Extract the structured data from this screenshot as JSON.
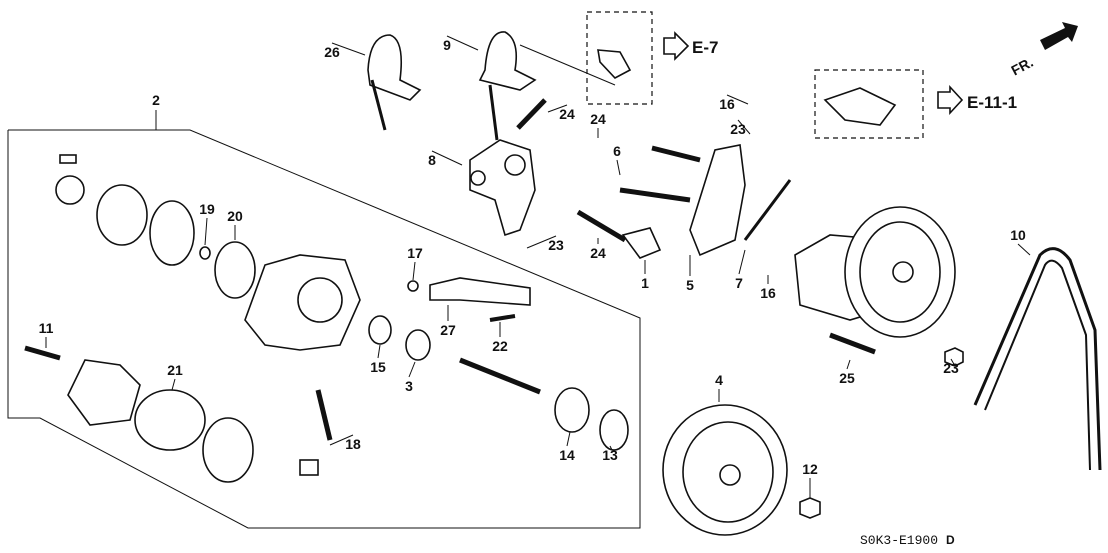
{
  "diagram": {
    "callouts": [
      "26",
      "9",
      "24",
      "24",
      "2",
      "8",
      "6",
      "16",
      "23",
      "23",
      "24",
      "1",
      "5",
      "7",
      "16",
      "10",
      "25",
      "23",
      "12",
      "4",
      "19",
      "20",
      "17",
      "27",
      "22",
      "15",
      "3",
      "14",
      "13",
      "11",
      "21",
      "18"
    ],
    "references": [
      "E-7",
      "E-11-1"
    ],
    "front_indicator": "FR.",
    "drawing_code": "S0K3-E1900",
    "revision": "D"
  }
}
